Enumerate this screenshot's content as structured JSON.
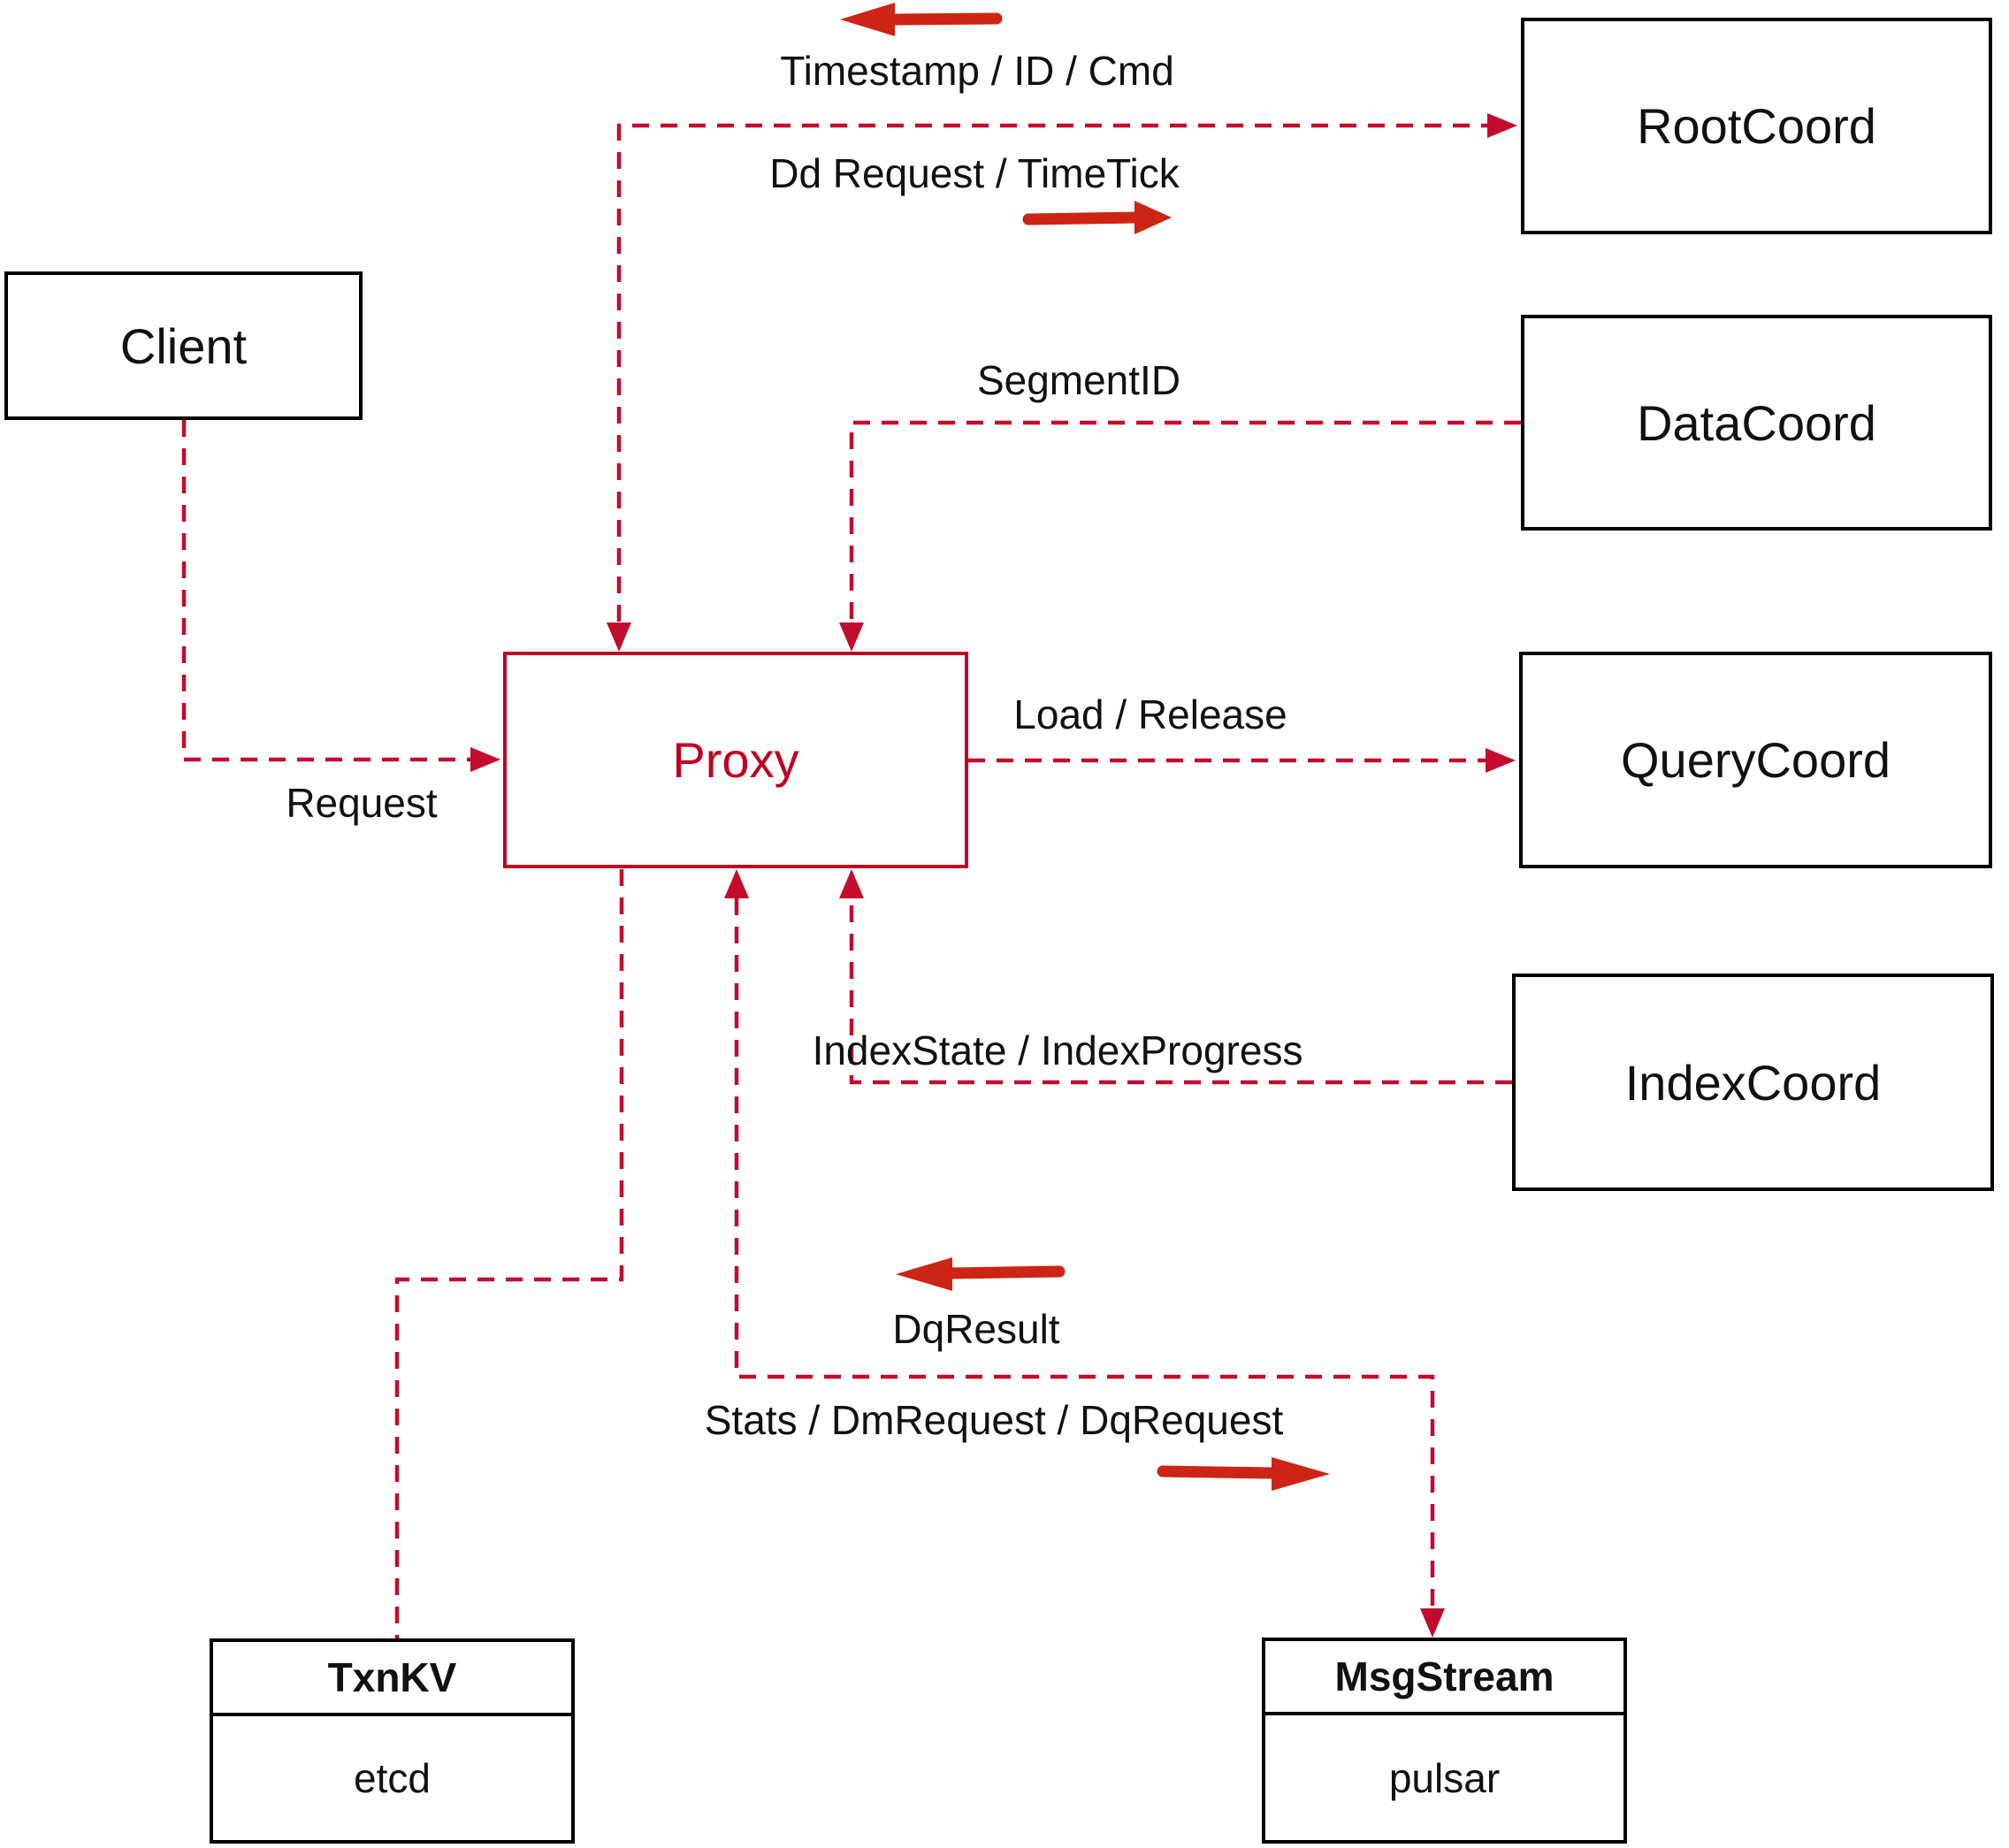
{
  "colors": {
    "connector_red": "#c30b2e",
    "arrow_red": "#cc2415",
    "proxy_red": "#c00021",
    "box_border": "#000000",
    "text": "#111111",
    "background": "#ffffff"
  },
  "nodes": {
    "client": {
      "label": "Client"
    },
    "root_coord": {
      "label": "RootCoord"
    },
    "data_coord": {
      "label": "DataCoord"
    },
    "query_coord": {
      "label": "QueryCoord"
    },
    "index_coord": {
      "label": "IndexCoord"
    },
    "proxy": {
      "label": "Proxy"
    },
    "txn_kv": {
      "title": "TxnKV",
      "impl": "etcd"
    },
    "msg_stream": {
      "title": "MsgStream",
      "impl": "pulsar"
    }
  },
  "edges": {
    "root_proxy": {
      "label_up": "Timestamp / ID / Cmd",
      "icon_up": "arrow-left",
      "label_down": "Dd Request / TimeTick",
      "icon_down": "arrow-right"
    },
    "data_proxy": {
      "label": "SegmentID"
    },
    "proxy_query": {
      "label": "Load / Release"
    },
    "index_proxy": {
      "label": "IndexState / IndexProgress"
    },
    "client_proxy": {
      "label": "Request"
    },
    "proxy_msgstream": {
      "label_up": "DqResult",
      "icon_up": "arrow-left",
      "label_down": "Stats / DmRequest / DqRequest",
      "icon_down": "arrow-right"
    },
    "proxy_txnkv": {
      "label": ""
    }
  }
}
